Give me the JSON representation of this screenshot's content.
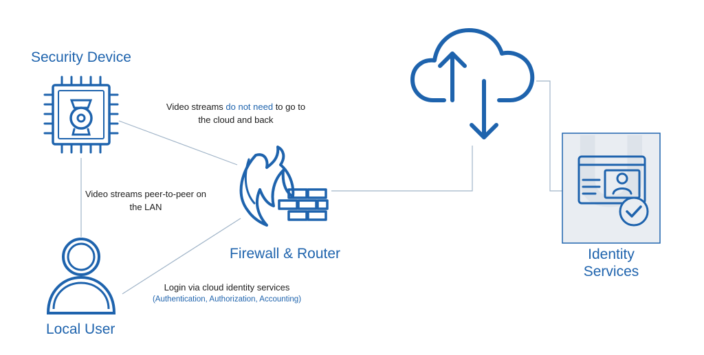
{
  "nodes": {
    "security_device": {
      "label": "Security Device",
      "icon": "camera-chip-icon"
    },
    "firewall_router": {
      "label": "Firewall & Router",
      "icon": "firewall-flame-icon"
    },
    "local_user": {
      "label": "Local User",
      "icon": "user-icon"
    },
    "cloud": {
      "icon": "cloud-upload-download-icon"
    },
    "identity_services": {
      "label_line1": "Identity",
      "label_line2": "Services",
      "icon": "id-card-check-icon"
    }
  },
  "notes": {
    "device_to_firewall": {
      "part1": "Video streams ",
      "highlight": "do not need",
      "part2": " to go to",
      "line2": "the cloud and back"
    },
    "device_to_user": {
      "line1": "Video streams peer-to-peer on",
      "line2": "the LAN"
    },
    "user_to_firewall": {
      "line1": "Login via cloud identity services",
      "line2": "(Authentication, Authorization, Accounting)"
    }
  },
  "colors": {
    "primary": "#1e63ad",
    "connector": "#9fb3c7",
    "panel_bg": "#e9edf2",
    "panel_border": "#1e63ad"
  }
}
